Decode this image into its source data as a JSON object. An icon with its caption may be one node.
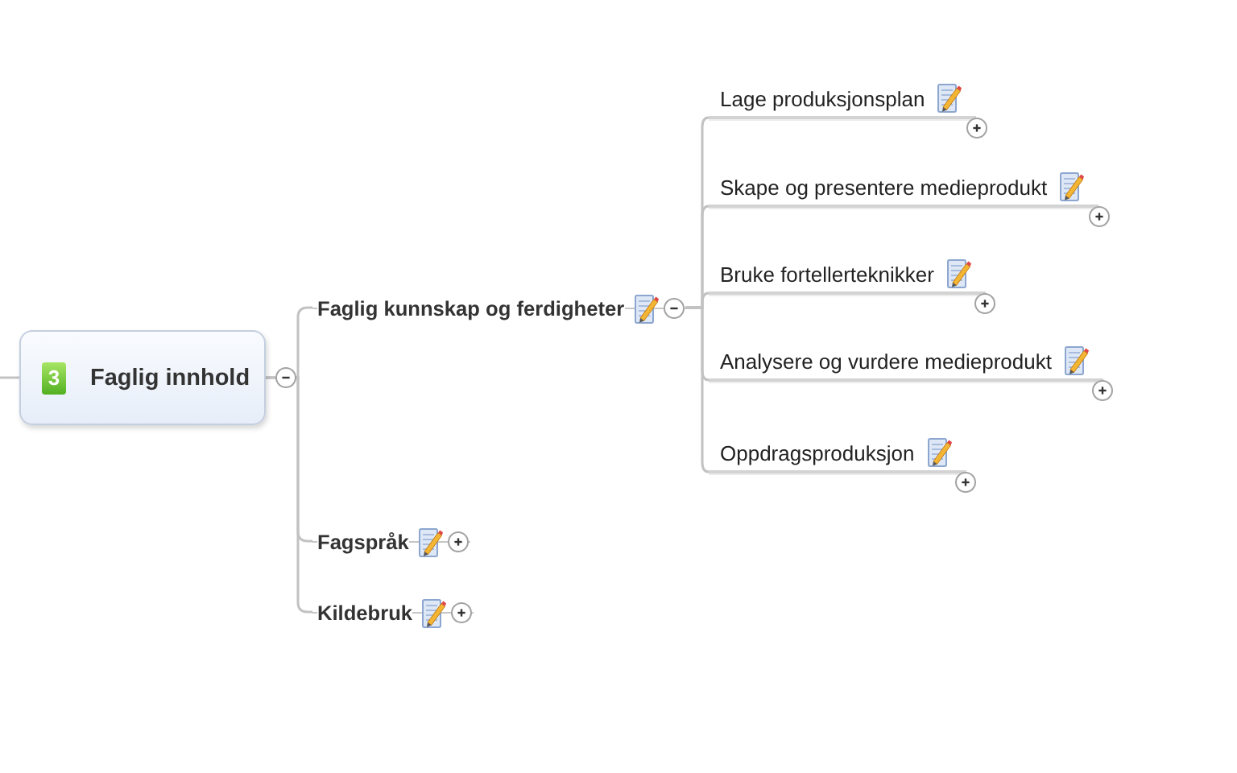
{
  "diagram": {
    "nodes": [
      {
        "text": [
          "3",
          "Faglig innhold"
        ]
      },
      {
        "text": [
          "Faglig kunnskap og ferdigheter"
        ]
      },
      {
        "text": [
          "Fagspråk"
        ]
      },
      {
        "text": [
          "Kildebruk"
        ]
      },
      {
        "text": [
          "Lage produksjonsplan"
        ]
      },
      {
        "text": [
          "Skape og presentere medieprodukt"
        ]
      },
      {
        "text": [
          "Bruke fortellerteknikker"
        ]
      },
      {
        "text": [
          "Analysere og vurdere medieprodukt"
        ]
      },
      {
        "text": [
          "Oppdragsproduksjon"
        ]
      }
    ],
    "edges": [
      {
        "from": null,
        "to": 0,
        "arrow": "none"
      },
      {
        "from": 0,
        "to": 1,
        "arrow": "none"
      },
      {
        "from": 0,
        "to": 2,
        "arrow": "none"
      },
      {
        "from": 0,
        "to": 3,
        "arrow": "none"
      },
      {
        "from": 1,
        "to": 4,
        "arrow": "none"
      },
      {
        "from": 1,
        "to": 5,
        "arrow": "none"
      },
      {
        "from": 1,
        "to": 6,
        "arrow": "none"
      },
      {
        "from": 1,
        "to": 7,
        "arrow": "none"
      },
      {
        "from": 1,
        "to": 8,
        "arrow": "none"
      }
    ]
  }
}
